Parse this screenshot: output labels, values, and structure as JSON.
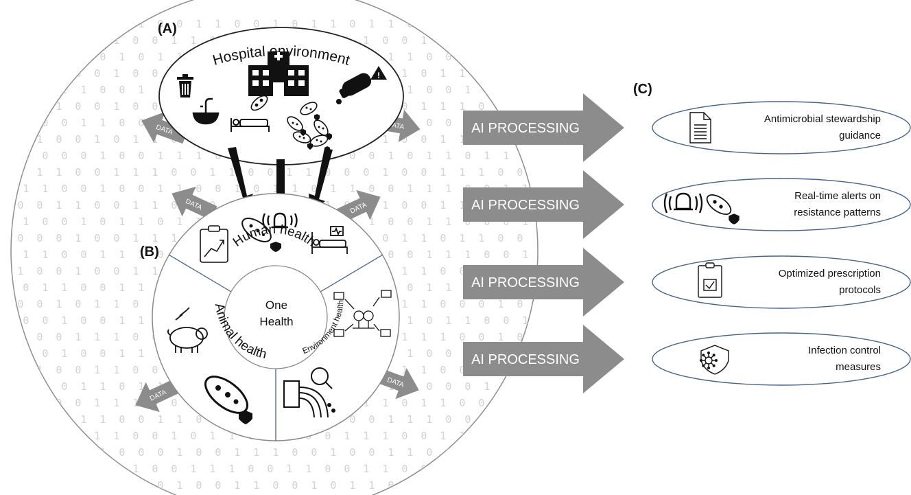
{
  "panels": {
    "a_label": "(A)",
    "b_label": "(B)",
    "c_label": "(C)"
  },
  "hospital": {
    "title": "Hospital environment"
  },
  "one_health": {
    "center_line1": "One",
    "center_line2": "Health",
    "human": "Human health",
    "animal": "Animal health",
    "environment": "Environment health"
  },
  "data_arrows": [
    "DATA",
    "DATA",
    "DATA",
    "DATA",
    "DATA",
    "DATA"
  ],
  "processing": [
    "AI PROCESSING",
    "AI PROCESSING",
    "AI PROCESSING",
    "AI PROCESSING"
  ],
  "outputs": [
    {
      "line1": "Antimicrobial stewardship",
      "line2": "guidance",
      "icon": "document-icon"
    },
    {
      "line1": "Real-time alerts on",
      "line2": "resistance patterns",
      "icon": "alarm-bacteria-icon"
    },
    {
      "line1": "Optimized prescription",
      "line2": "protocols",
      "icon": "clipboard-check-icon"
    },
    {
      "line1": "Infection control",
      "line2": "measures",
      "icon": "shield-virus-icon"
    }
  ],
  "binary_background": "0 1 0 1 1 0 0 1 0 1 0 1 1 0 1 0 0 1 0 1 1 1 0 0 1 0 1 0 0 1 1 0 1 0 1 0 0 1",
  "colors": {
    "arrow_fill": "#8c8c8c",
    "ellipse_stroke": "#4a6283",
    "circle_stroke": "#8a8a8a",
    "text": "#111111"
  }
}
